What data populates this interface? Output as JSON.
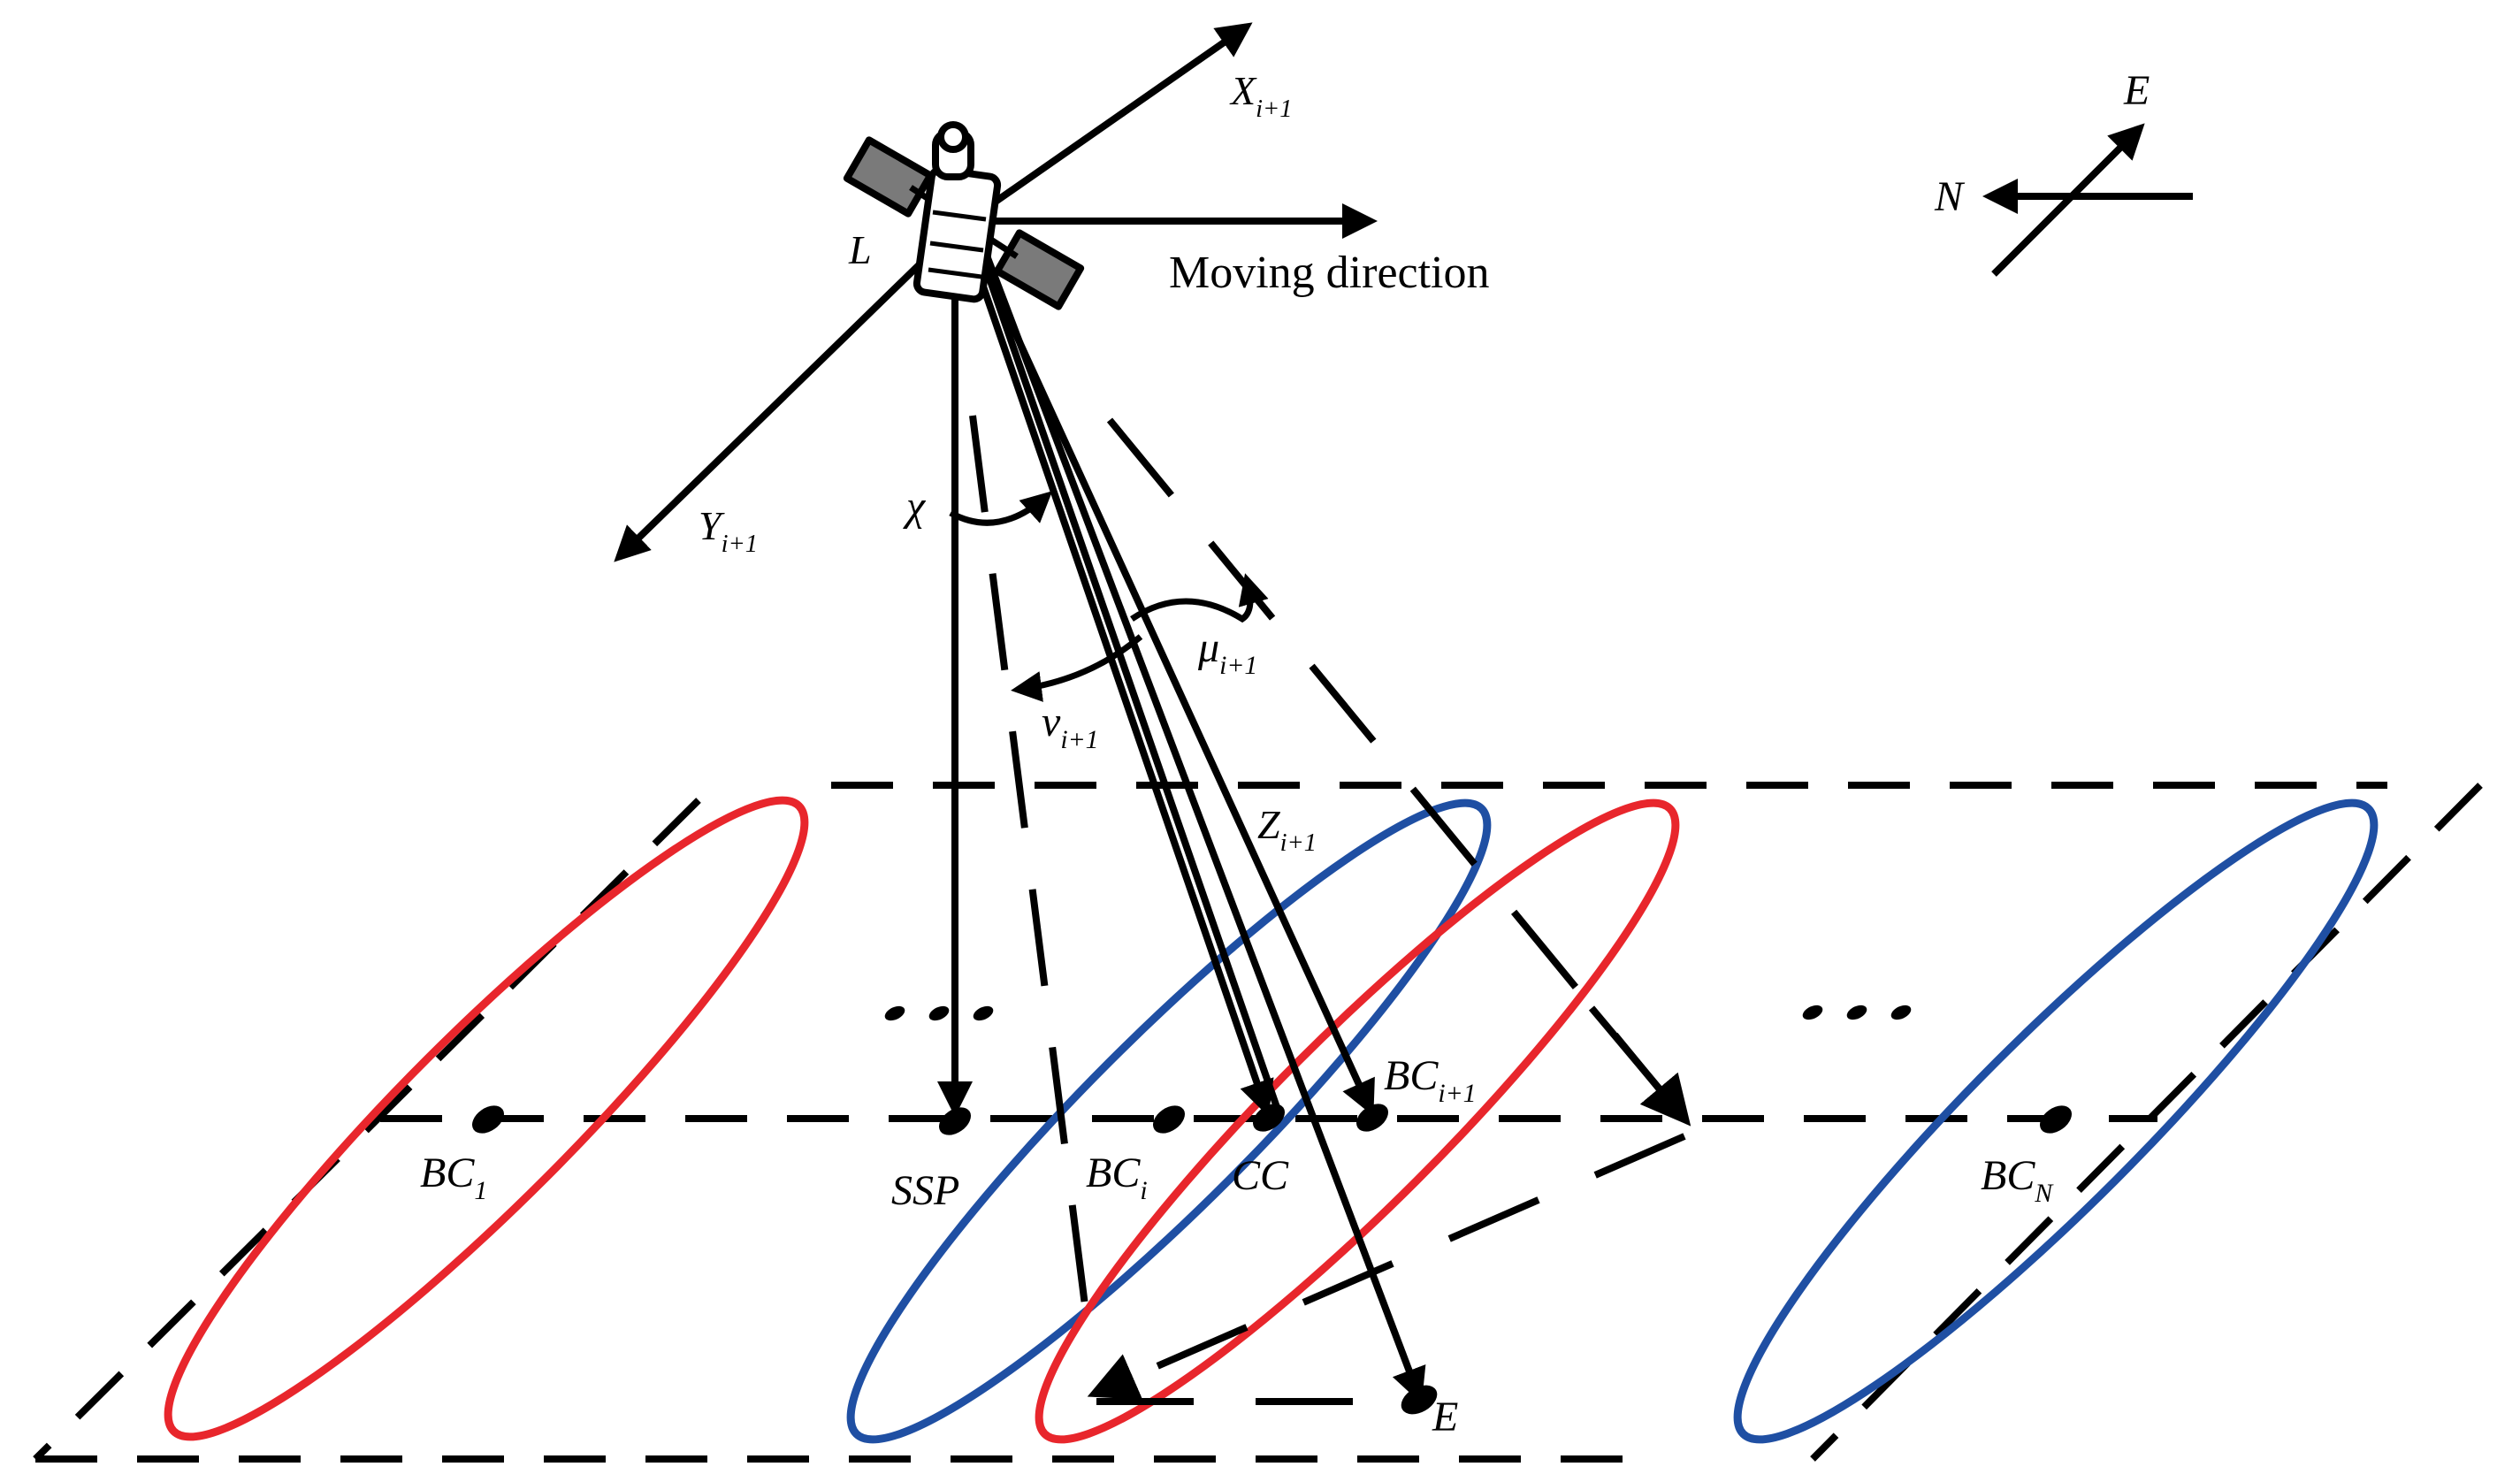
{
  "colors": {
    "ink": "#000000",
    "red_beam": "#e8262c",
    "blue_beam": "#1f4fa3",
    "satellite_panel": "#7a7a7a",
    "satellite_body": "#ffffff"
  },
  "satellite": {
    "label": "L",
    "icon": "satellite-icon"
  },
  "axes": {
    "x": {
      "base": "X",
      "sub": "i+1"
    },
    "y": {
      "base": "Y",
      "sub": "i+1"
    },
    "z": {
      "base": "Z",
      "sub": "i+1"
    }
  },
  "moving_direction": "Moving direction",
  "compass": {
    "east": "E",
    "north": "N"
  },
  "angles": {
    "chi": "χ",
    "mu": {
      "base": "μ",
      "sub": "i+1"
    },
    "nu": {
      "base": "ν",
      "sub": "i+1"
    }
  },
  "points": {
    "bc1": {
      "base": "BC",
      "sub": "1"
    },
    "ssp": "SSP",
    "bci": {
      "base": "BC",
      "sub": "i"
    },
    "cc": "CC",
    "bci1": {
      "base": "BC",
      "sub": "i+1"
    },
    "bcn": {
      "base": "BC",
      "sub": "N"
    },
    "e": "E"
  },
  "ellipsis": "..."
}
